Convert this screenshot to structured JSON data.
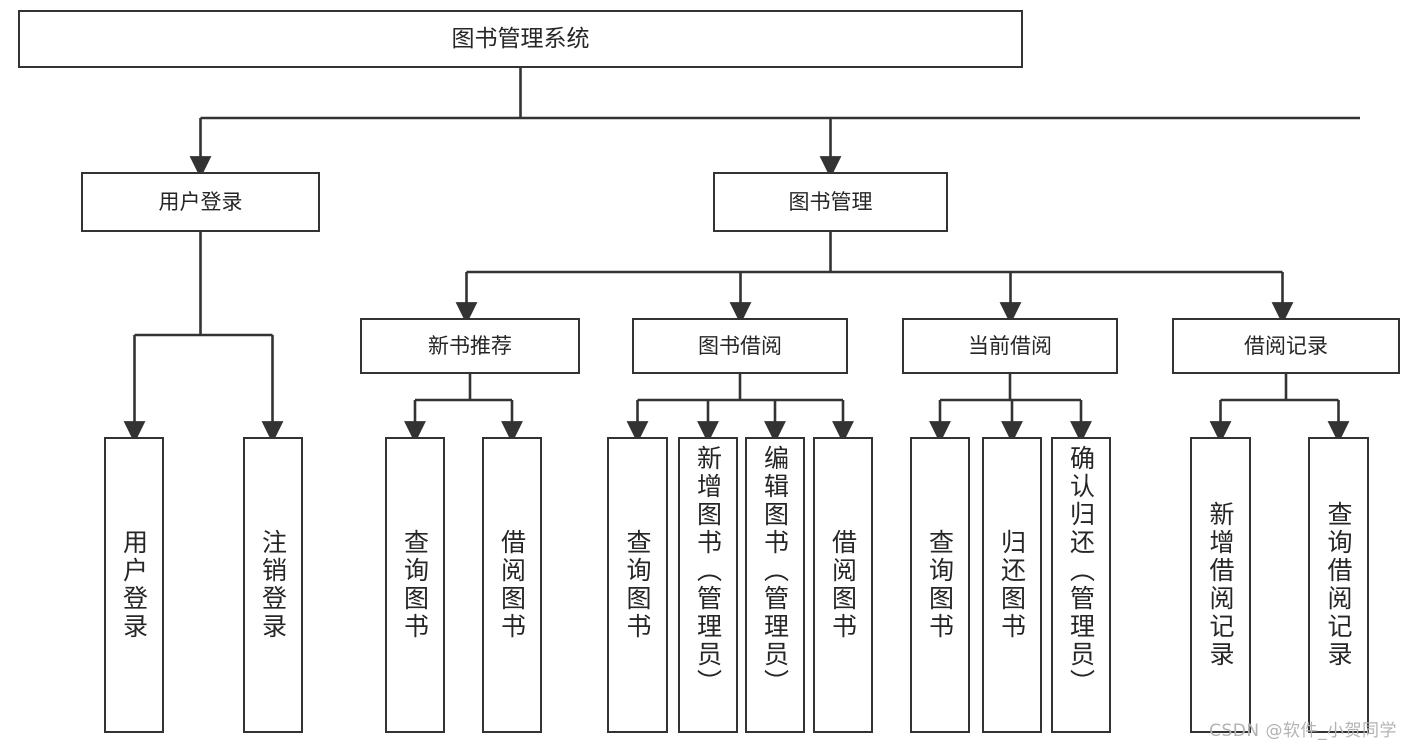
{
  "diagram": {
    "title": "图书管理系统",
    "type": "tree-hierarchy",
    "root": {
      "id": "root",
      "label": "图书管理系统"
    },
    "level2": [
      {
        "id": "user-login",
        "label": "用户登录"
      },
      {
        "id": "book-manage",
        "label": "图书管理"
      }
    ],
    "level3": [
      {
        "id": "new-book-recommend",
        "label": "新书推荐",
        "parent": "book-manage"
      },
      {
        "id": "book-borrow",
        "label": "图书借阅",
        "parent": "book-manage"
      },
      {
        "id": "current-borrow",
        "label": "当前借阅",
        "parent": "book-manage"
      },
      {
        "id": "borrow-record",
        "label": "借阅记录",
        "parent": "book-manage"
      }
    ],
    "leaves": [
      {
        "id": "leaf-user-login",
        "label": "用户登录",
        "parent": "user-login"
      },
      {
        "id": "leaf-user-logout",
        "label": "注销登录",
        "parent": "user-login"
      },
      {
        "id": "leaf-nb-query",
        "label": "查询图书",
        "parent": "new-book-recommend"
      },
      {
        "id": "leaf-nb-borrow",
        "label": "借阅图书",
        "parent": "new-book-recommend"
      },
      {
        "id": "leaf-bb-query",
        "label": "查询图书",
        "parent": "book-borrow"
      },
      {
        "id": "leaf-bb-add",
        "label": "新增图书（管理员）",
        "parent": "book-borrow"
      },
      {
        "id": "leaf-bb-edit",
        "label": "编辑图书（管理员）",
        "parent": "book-borrow"
      },
      {
        "id": "leaf-bb-borrow",
        "label": "借阅图书",
        "parent": "book-borrow"
      },
      {
        "id": "leaf-cur-query",
        "label": "查询图书",
        "parent": "current-borrow"
      },
      {
        "id": "leaf-cur-return",
        "label": "归还图书",
        "parent": "current-borrow"
      },
      {
        "id": "leaf-cur-confirm",
        "label": "确认归还（管理员）",
        "parent": "current-borrow"
      },
      {
        "id": "leaf-rec-add",
        "label": "新增借阅记录",
        "parent": "borrow-record"
      },
      {
        "id": "leaf-rec-query",
        "label": "查询借阅记录",
        "parent": "borrow-record"
      }
    ],
    "colors": {
      "box_border": "#333333",
      "box_fill": "#ffffff",
      "text": "#262626",
      "edge": "#333333",
      "watermark": "#b3b3b3"
    }
  },
  "watermark": {
    "text": "CSDN @软件_小贺同学"
  }
}
